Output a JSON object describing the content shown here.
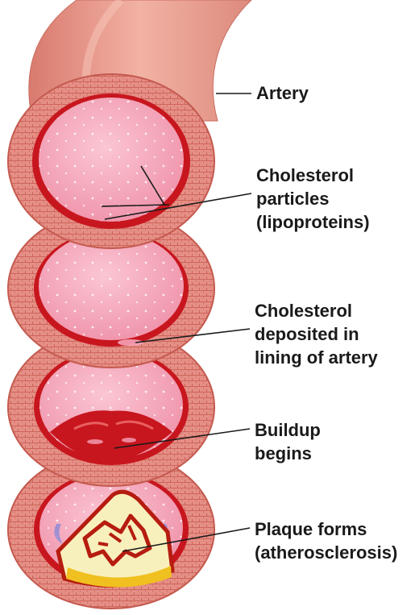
{
  "labels": {
    "artery": "Artery",
    "particles": [
      "Cholesterol",
      "particles",
      "(lipoproteins)"
    ],
    "deposited": [
      "Cholesterol",
      "deposited in",
      "lining of artery"
    ],
    "buildup": [
      "Buildup",
      "begins"
    ],
    "plaque": [
      "Plaque forms",
      "(atherosclerosis)"
    ]
  },
  "colors": {
    "artery_wall": "#e58f86",
    "wall_texture": "#c8584e",
    "lumen": "#f4a3b8",
    "lining": "#c8161e",
    "plaque_fill": "#f8f0bc",
    "plaque_core": "#b61c10",
    "plaque_yellow": "#f0c020",
    "leader_line": "#1a1a1a"
  }
}
